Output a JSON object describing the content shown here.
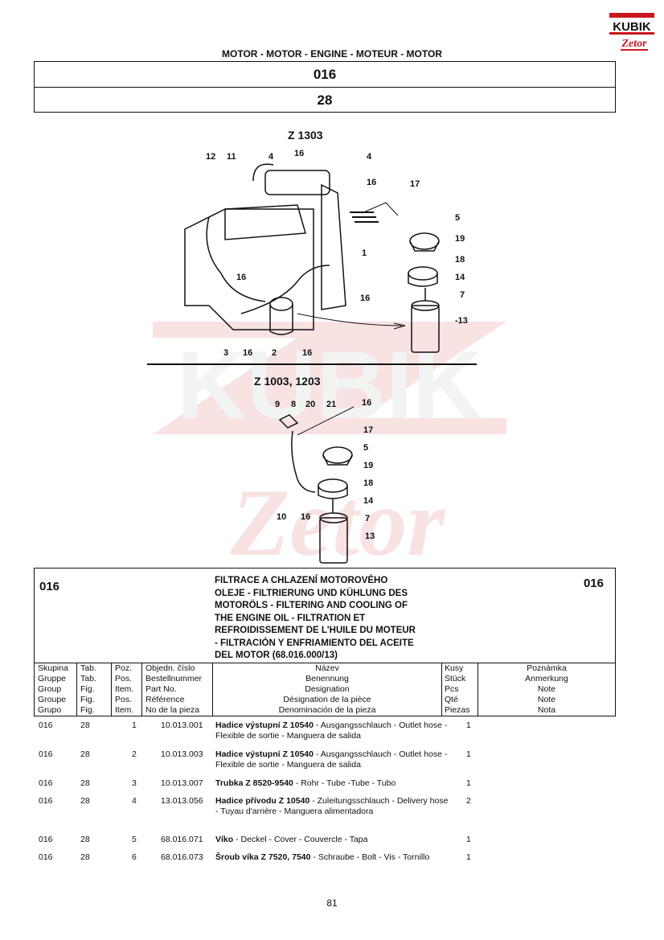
{
  "brand": {
    "logo_top": "KUBIK",
    "logo_bottom": "Zetor",
    "red": "#c8171e"
  },
  "header": "MOTOR - MOTOR - ENGINE - MOTEUR - MOTOR",
  "group_code": "016",
  "table_code": "28",
  "figures": [
    {
      "title": "Z 1303"
    },
    {
      "title": "Z 1003, 1203"
    }
  ],
  "callouts_top": [
    "12",
    "11",
    "4",
    "16",
    "4",
    "16",
    "17",
    "5",
    "19",
    "18",
    "1",
    "14",
    "7",
    "16",
    "13",
    "16",
    "3",
    "16",
    "2",
    "16"
  ],
  "callouts_bottom": [
    "9",
    "8",
    "20",
    "21",
    "16",
    "17",
    "5",
    "19",
    "18",
    "14",
    "10",
    "16",
    "7",
    "13"
  ],
  "section": {
    "group_left": "016",
    "group_right": "016",
    "title_lines": [
      "FILTRACE A CHLAZENÍ MOTOROVÉHO",
      "OLEJE - FILTRIERUNG UND KÜHLUNG DES",
      "MOTORÖLS - FILTERING AND COOLING OF",
      "THE ENGINE OIL - FILTRATION ET",
      "REFROIDISSEMENT DE L'HUILE DU MOTEUR",
      "- FILTRACIÓN Y ENFRIAMIENTO DEL ACEITE",
      "DEL MOTOR  (68.016.000/13)"
    ]
  },
  "columns": {
    "group": [
      "Skupina",
      "Gruppe",
      "Group",
      "Groupe",
      "Grupo"
    ],
    "table": [
      "Tab.",
      "Tab.",
      "Fig.",
      "Fig.",
      "Fig."
    ],
    "pos": [
      "Poz.",
      "Pos.",
      "Item.",
      "Pos.",
      "Item."
    ],
    "partno": [
      "Objedn. číslo",
      "Bestellnummer",
      "Part No.",
      "Référence",
      "No de la pieza"
    ],
    "name": [
      "Název",
      "Benennung",
      "Designation",
      "Désignation de la pièce",
      "Denominación de la pieza"
    ],
    "qty": [
      "Kusy",
      "Stück",
      "Pcs",
      "Qté",
      "Piezas"
    ],
    "note": [
      "Poznámka",
      "Anmerkung",
      "Note",
      "Note",
      "Nota"
    ]
  },
  "rows": [
    {
      "group": "016",
      "table": "28",
      "pos": "1",
      "partno": "10.013.001",
      "bold": "Hadice výstupní Z 10540",
      "rest": " - Ausgangsschlauch - Outlet hose - Flexible de sortie - Manguera de salida",
      "qty": "1"
    },
    {
      "group": "016",
      "table": "28",
      "pos": "2",
      "partno": "10.013.003",
      "bold": "Hadice výstupní Z 10540",
      "rest": " - Ausgangsschlauch - Outlet hose - Flexible de sortie - Manguera de salida",
      "qty": "1"
    },
    {
      "group": "016",
      "table": "28",
      "pos": "3",
      "partno": "10.013.007",
      "bold": "Trubka Z 8520-9540",
      "rest": " - Rohr - Tube -Tube - Tubo",
      "qty": "1"
    },
    {
      "group": "016",
      "table": "28",
      "pos": "4",
      "partno": "13.013.056",
      "bold": "Hadice přívodu Z 10540",
      "rest": " - Zuleitungsschlauch - Delivery hose - Tuyau d'arrière - Manguera alimentadora",
      "qty": "2"
    },
    {
      "group": "016",
      "table": "28",
      "pos": "5",
      "partno": "68.016.071",
      "bold": "Víko",
      "rest": " - Deckel - Cover - Couvercle - Tapa",
      "qty": "1"
    },
    {
      "group": "016",
      "table": "28",
      "pos": "6",
      "partno": "68.016.073",
      "bold": "Šroub víka Z 7520, 7540",
      "rest": " - Schraube - Bolt - Vis - Tornillo",
      "qty": "1"
    }
  ],
  "page_number": "81"
}
